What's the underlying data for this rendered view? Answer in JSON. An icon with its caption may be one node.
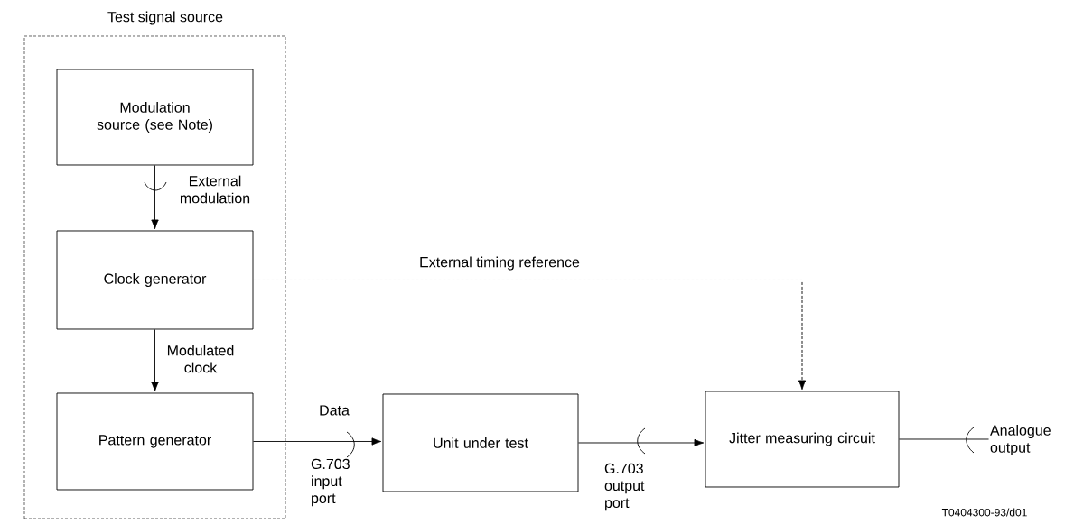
{
  "diagram": {
    "nodes": [
      {
        "text": [
          "Test signal source"
        ]
      },
      {
        "text": [
          "Modulation source (see Note)"
        ],
        "in": 0
      },
      {
        "text": [
          "Clock generator"
        ],
        "in": 0
      },
      {
        "text": [
          "Pattern generator"
        ],
        "in": 0
      },
      {
        "text": [
          "Unit under test"
        ]
      },
      {
        "text": [
          "Jitter measuring circuit"
        ]
      },
      {
        "text": [
          "Analogue output"
        ]
      }
    ],
    "edges": [
      {
        "from": 1,
        "to": 2,
        "arrow": "to",
        "label": "External modulation"
      },
      {
        "from": 2,
        "to": 3,
        "arrow": "to",
        "label": "Modulated clock"
      },
      {
        "from": 3,
        "to": 4,
        "arrow": "to",
        "label": "Data"
      },
      {
        "from": 4,
        "to": 5,
        "arrow": "to"
      },
      {
        "from": 2,
        "to": 5,
        "arrow": "to",
        "label": "External timing reference",
        "style": "dashed"
      },
      {
        "from": 5,
        "to": 6,
        "arrow": "none"
      }
    ],
    "labels": [
      "G.703 input port",
      "G.703 output port",
      "T0404300-93/d01"
    ]
  }
}
